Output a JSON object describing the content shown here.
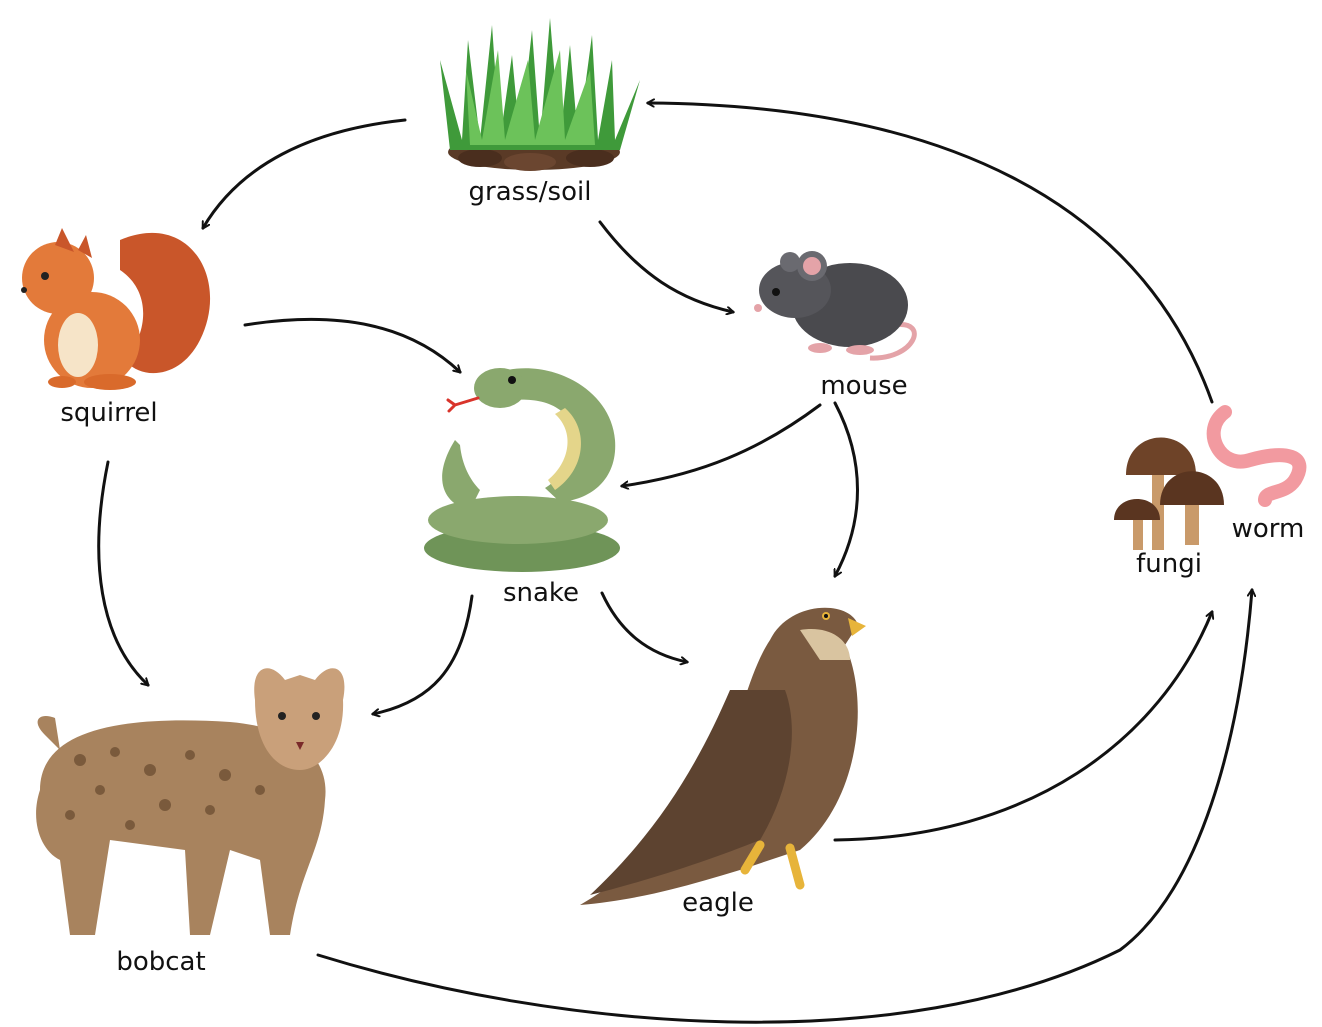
{
  "labels": {
    "grass": "grass/soil",
    "squirrel": "squirrel",
    "mouse": "mouse",
    "snake": "snake",
    "fungi": "fungi",
    "worm": "worm",
    "bobcat": "bobcat",
    "eagle": "eagle"
  },
  "arrows": [
    {
      "from": "grass/soil",
      "to": "squirrel"
    },
    {
      "from": "grass/soil",
      "to": "mouse"
    },
    {
      "from": "squirrel",
      "to": "snake"
    },
    {
      "from": "mouse",
      "to": "snake"
    },
    {
      "from": "mouse",
      "to": "eagle"
    },
    {
      "from": "squirrel",
      "to": "bobcat"
    },
    {
      "from": "snake",
      "to": "bobcat"
    },
    {
      "from": "snake",
      "to": "eagle"
    },
    {
      "from": "eagle",
      "to": "worm"
    },
    {
      "from": "bobcat",
      "to": "worm"
    },
    {
      "from": "worm",
      "to": "grass/soil"
    }
  ],
  "colors": {
    "arrow": "#111111",
    "grass": "#3f9a3a",
    "soil": "#5a3a26",
    "squirrel": "#d96a2b",
    "mouse": "#4a4a4e",
    "snake": "#8aa86e",
    "eagle": "#7a5a40",
    "bobcat": "#a8835e",
    "fungi": "#6e4328",
    "worm": "#f29aa0"
  }
}
